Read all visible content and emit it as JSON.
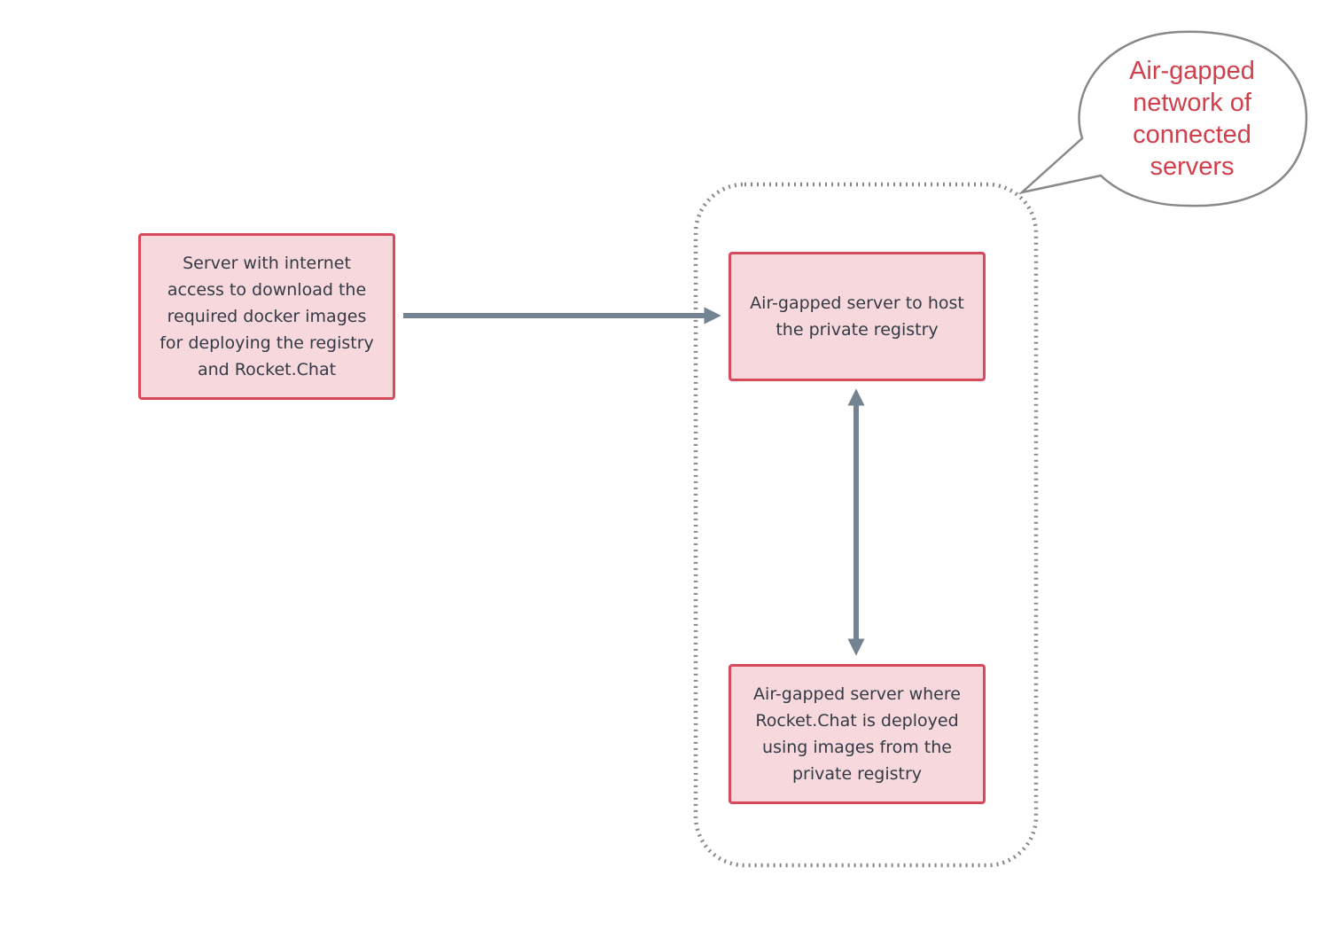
{
  "nodes": {
    "internet_server": "Server with internet\naccess to download the\nrequired docker images\nfor deploying the registry\nand Rocket.Chat",
    "registry_server": "Air-gapped server to host\nthe private registry",
    "rocketchat_server": "Air-gapped server where\nRocket.Chat is deployed\nusing images from the\nprivate registry"
  },
  "callout": {
    "text": "Air-gapped\nnetwork of\nconnected\nservers"
  },
  "colors": {
    "node_fill": "#f7d9dd",
    "node_border": "#d74a5c",
    "node_text": "#333a45",
    "arrow": "#738391",
    "group_border": "#888888",
    "callout_border": "#888888",
    "callout_text": "#d0404c"
  },
  "edges": [
    {
      "from": "internet_server",
      "to": "registry_server",
      "direction": "one-way"
    },
    {
      "from": "registry_server",
      "to": "rocketchat_server",
      "direction": "two-way"
    }
  ]
}
